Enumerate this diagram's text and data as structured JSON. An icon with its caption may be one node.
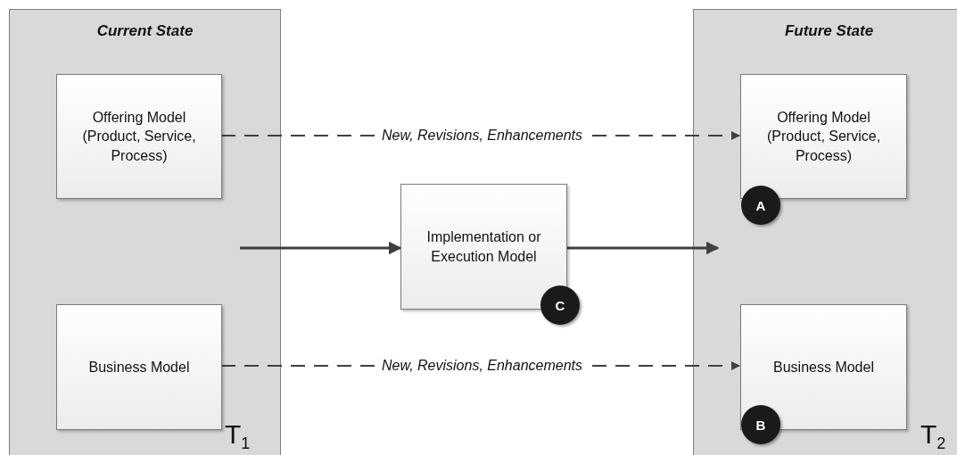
{
  "diagram": {
    "nodes": [
      {
        "text": [
          "Current State"
        ]
      },
      {
        "text": [
          "Offering Model (Product, Service, Process)"
        ],
        "in": 0
      },
      {
        "text": [
          "Business Model"
        ],
        "in": 0
      },
      {
        "text": [
          "Implementation or Execution Model"
        ]
      },
      {
        "text": [
          "C"
        ]
      },
      {
        "text": [
          "Future State"
        ]
      },
      {
        "text": [
          "Offering Model (Product, Service, Process)"
        ],
        "in": 5
      },
      {
        "text": [
          "A"
        ],
        "in": 5
      },
      {
        "text": [
          "Business Model"
        ],
        "in": 5
      },
      {
        "text": [
          "B"
        ],
        "in": 5
      }
    ],
    "edges": [
      {
        "from": 1,
        "to": 6,
        "arrow": "to",
        "style": "dashed",
        "label": "New, Revisions, Enhancements"
      },
      {
        "from": 0,
        "to": 3,
        "arrow": "to"
      },
      {
        "from": 3,
        "to": 5,
        "arrow": "to"
      },
      {
        "from": 2,
        "to": 8,
        "arrow": "to",
        "style": "dashed",
        "label": "New, Revisions, Enhancements"
      }
    ],
    "labels": [
      "T$_{1}$",
      "T$_{2}$"
    ]
  }
}
